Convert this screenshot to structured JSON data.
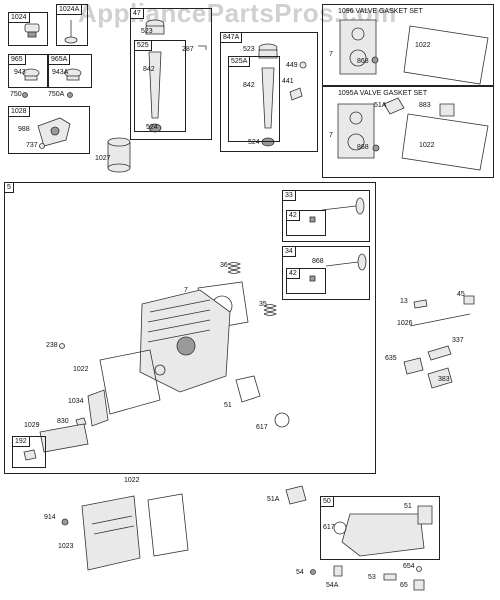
{
  "watermark": "AppliancePartsPros.com",
  "boxes": {
    "b1024": "1024",
    "b1024a": "1024A",
    "b965": "965",
    "b965a": "965A",
    "b47": "47",
    "b525": "525",
    "b847a": "847A",
    "b525a": "525A",
    "b1028": "1028",
    "b1096": "1096 VALVE GASKET SET",
    "b1095a": "1095A VALVE GASKET SET",
    "b5": "5",
    "b33": "33",
    "b42a": "42",
    "b34": "34",
    "b42b": "42",
    "b192": "192",
    "b50": "50"
  },
  "labels": {
    "l943": "943",
    "l750": "750",
    "l943a": "943A",
    "l750a": "750A",
    "l523a": "523",
    "l287": "287",
    "l842a": "842",
    "l524a": "524",
    "l523b": "523",
    "l449": "449",
    "l842b": "842",
    "l441": "441",
    "l524b": "524",
    "l988": "988",
    "l737": "737",
    "l1027": "1027",
    "s1_7": "7",
    "s1_868": "868",
    "s1_1022": "1022",
    "s2_51a": "51A",
    "s2_883": "883",
    "s2_7": "7",
    "s2_868": "868",
    "s2_1022": "1022",
    "l868c": "868",
    "l36": "36",
    "l7": "7",
    "l35": "35",
    "l238": "238",
    "l1022c": "1022",
    "l1034": "1034",
    "l830": "830",
    "l1029": "1029",
    "l51": "51",
    "l617": "617",
    "l13": "13",
    "l45": "45",
    "l1026": "1026",
    "l337": "337",
    "l635": "635",
    "l383": "383",
    "l914": "914",
    "l1023": "1023",
    "l1022d": "1022",
    "l51a": "51A",
    "l617b": "617",
    "l51b": "51",
    "l54": "54",
    "l54a": "54A",
    "l53": "53",
    "l654": "654",
    "l65": "65"
  }
}
